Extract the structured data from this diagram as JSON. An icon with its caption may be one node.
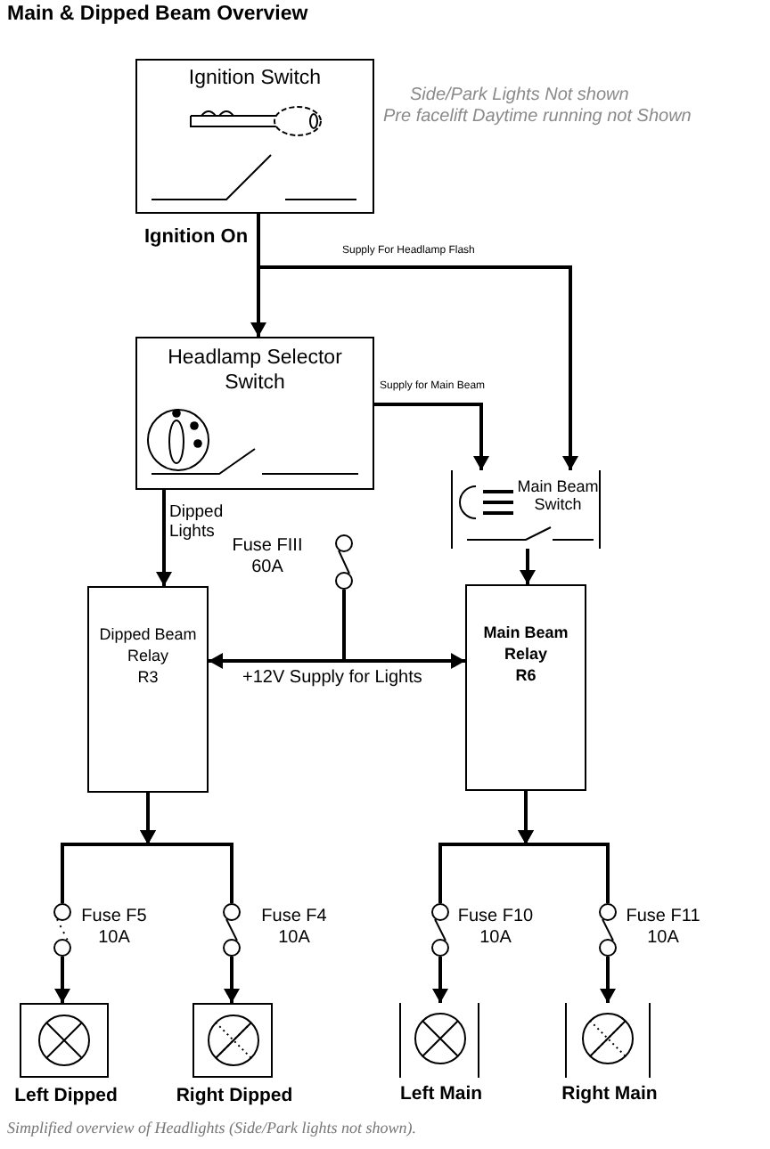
{
  "diagram": {
    "title": "Main & Dipped Beam Overview",
    "caption": "Simplified overview of Headlights (Side/Park lights not shown).",
    "nodes": [
      {
        "text": [
          "Ignition Switch"
        ],
        "beside": [
          "Ignition On"
        ]
      },
      {
        "text": [
          "Headlamp Selector Switch"
        ]
      },
      {
        "text": [
          "Main Beam Switch"
        ]
      },
      {
        "text": [],
        "shape": "fuse",
        "beside": [
          "Fuse FIII 60A"
        ]
      },
      {
        "text": [
          "Dipped Beam Relay",
          "R3"
        ]
      },
      {
        "text": [
          "Main Beam Relay",
          "R6"
        ]
      },
      {
        "text": [],
        "shape": "fuse",
        "beside": [
          "Fuse F5 10A"
        ]
      },
      {
        "text": [],
        "shape": "fuse",
        "beside": [
          "Fuse F4 10A"
        ]
      },
      {
        "text": [],
        "shape": "fuse",
        "beside": [
          "Fuse F10 10A"
        ]
      },
      {
        "text": [],
        "shape": "fuse",
        "beside": [
          "Fuse F11 10A"
        ]
      },
      {
        "text": [
          "Left Dipped"
        ]
      },
      {
        "text": [
          "Right Dipped"
        ]
      },
      {
        "text": [
          "Left Main"
        ]
      },
      {
        "text": [
          "Right Main"
        ]
      }
    ],
    "edges": [
      {
        "from": 0,
        "to": 1,
        "arrow": "to"
      },
      {
        "from": 0,
        "to": 2,
        "arrow": "to",
        "label": "Supply For Headlamp Flash"
      },
      {
        "from": 1,
        "to": 2,
        "arrow": "to",
        "label": "Supply for Main Beam"
      },
      {
        "from": 1,
        "to": 4,
        "arrow": "to",
        "label": "Dipped Lights"
      },
      {
        "from": 2,
        "to": 5,
        "arrow": "to"
      },
      {
        "from": 3,
        "to": 4,
        "arrow": "to",
        "label": "+12V Supply for Lights"
      },
      {
        "from": 3,
        "to": 5,
        "arrow": "to"
      },
      {
        "from": 4,
        "to": 6,
        "arrow": "to"
      },
      {
        "from": 4,
        "to": 7,
        "arrow": "to"
      },
      {
        "from": 5,
        "to": 8,
        "arrow": "to"
      },
      {
        "from": 5,
        "to": 9,
        "arrow": "to"
      },
      {
        "from": 6,
        "to": 10,
        "arrow": "to"
      },
      {
        "from": 7,
        "to": 11,
        "arrow": "to"
      },
      {
        "from": 8,
        "to": 12,
        "arrow": "to"
      },
      {
        "from": 9,
        "to": 13,
        "arrow": "to"
      }
    ],
    "labels": [
      "Side/Park Lights Not shown",
      "Pre facelift Daytime running not Shown"
    ]
  }
}
